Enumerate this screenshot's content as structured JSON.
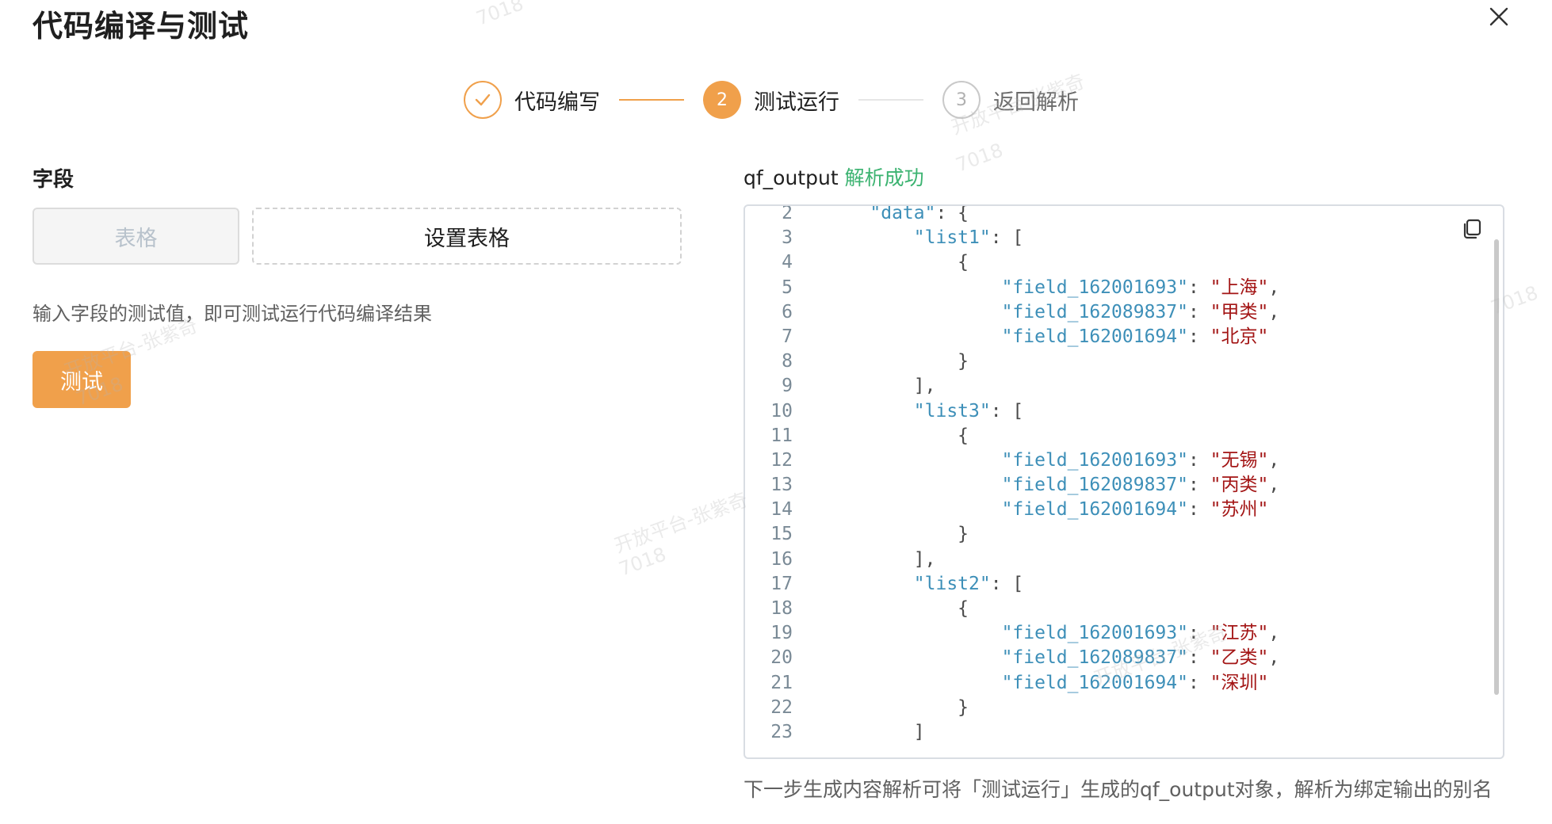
{
  "dialog": {
    "title": "代码编译与测试"
  },
  "steps": [
    {
      "index": "✓",
      "label": "代码编写",
      "state": "done"
    },
    {
      "index": "2",
      "label": "测试运行",
      "state": "active"
    },
    {
      "index": "3",
      "label": "返回解析",
      "state": "todo"
    }
  ],
  "left": {
    "heading": "字段",
    "table_button": "表格",
    "setup_button": "设置表格",
    "hint": "输入字段的测试值，即可测试运行代码编译结果",
    "test_button": "测试"
  },
  "output": {
    "name": "qf_output",
    "status": "解析成功",
    "lines": [
      {
        "n": "2",
        "indent": 2,
        "parts": [
          [
            "k",
            "\"data\""
          ],
          [
            "p",
            ": {"
          ]
        ]
      },
      {
        "n": "3",
        "indent": 4,
        "parts": [
          [
            "k",
            "\"list1\""
          ],
          [
            "p",
            ": ["
          ]
        ]
      },
      {
        "n": "4",
        "indent": 6,
        "parts": [
          [
            "p",
            "{"
          ]
        ]
      },
      {
        "n": "5",
        "indent": 8,
        "parts": [
          [
            "k",
            "\"field_162001693\""
          ],
          [
            "p",
            ": "
          ],
          [
            "s",
            "\"上海\""
          ],
          [
            "p",
            ","
          ]
        ]
      },
      {
        "n": "6",
        "indent": 8,
        "parts": [
          [
            "k",
            "\"field_162089837\""
          ],
          [
            "p",
            ": "
          ],
          [
            "s",
            "\"甲类\""
          ],
          [
            "p",
            ","
          ]
        ]
      },
      {
        "n": "7",
        "indent": 8,
        "parts": [
          [
            "k",
            "\"field_162001694\""
          ],
          [
            "p",
            ": "
          ],
          [
            "s",
            "\"北京\""
          ]
        ]
      },
      {
        "n": "8",
        "indent": 6,
        "parts": [
          [
            "p",
            "}"
          ]
        ]
      },
      {
        "n": "9",
        "indent": 4,
        "parts": [
          [
            "p",
            "],"
          ]
        ]
      },
      {
        "n": "10",
        "indent": 4,
        "parts": [
          [
            "k",
            "\"list3\""
          ],
          [
            "p",
            ": ["
          ]
        ]
      },
      {
        "n": "11",
        "indent": 6,
        "parts": [
          [
            "p",
            "{"
          ]
        ]
      },
      {
        "n": "12",
        "indent": 8,
        "parts": [
          [
            "k",
            "\"field_162001693\""
          ],
          [
            "p",
            ": "
          ],
          [
            "s",
            "\"无锡\""
          ],
          [
            "p",
            ","
          ]
        ]
      },
      {
        "n": "13",
        "indent": 8,
        "parts": [
          [
            "k",
            "\"field_162089837\""
          ],
          [
            "p",
            ": "
          ],
          [
            "s",
            "\"丙类\""
          ],
          [
            "p",
            ","
          ]
        ]
      },
      {
        "n": "14",
        "indent": 8,
        "parts": [
          [
            "k",
            "\"field_162001694\""
          ],
          [
            "p",
            ": "
          ],
          [
            "s",
            "\"苏州\""
          ]
        ]
      },
      {
        "n": "15",
        "indent": 6,
        "parts": [
          [
            "p",
            "}"
          ]
        ]
      },
      {
        "n": "16",
        "indent": 4,
        "parts": [
          [
            "p",
            "],"
          ]
        ]
      },
      {
        "n": "17",
        "indent": 4,
        "parts": [
          [
            "k",
            "\"list2\""
          ],
          [
            "p",
            ": ["
          ]
        ]
      },
      {
        "n": "18",
        "indent": 6,
        "parts": [
          [
            "p",
            "{"
          ]
        ]
      },
      {
        "n": "19",
        "indent": 8,
        "parts": [
          [
            "k",
            "\"field_162001693\""
          ],
          [
            "p",
            ": "
          ],
          [
            "s",
            "\"江苏\""
          ],
          [
            "p",
            ","
          ]
        ]
      },
      {
        "n": "20",
        "indent": 8,
        "parts": [
          [
            "k",
            "\"field_162089837\""
          ],
          [
            "p",
            ": "
          ],
          [
            "s",
            "\"乙类\""
          ],
          [
            "p",
            ","
          ]
        ]
      },
      {
        "n": "21",
        "indent": 8,
        "parts": [
          [
            "k",
            "\"field_162001694\""
          ],
          [
            "p",
            ": "
          ],
          [
            "s",
            "\"深圳\""
          ]
        ]
      },
      {
        "n": "22",
        "indent": 6,
        "parts": [
          [
            "p",
            "}"
          ]
        ]
      },
      {
        "n": "23",
        "indent": 4,
        "parts": [
          [
            "p",
            "]"
          ]
        ]
      }
    ],
    "footer": "下一步生成内容解析可将「测试运行」生成的qf_output对象，解析为绑定输出的别名"
  },
  "watermark": {
    "text": "开放平台-张紫奇",
    "id": "7018"
  },
  "colors": {
    "accent": "#f0a04b",
    "success": "#3cb371",
    "json_key": "#3d8fb8",
    "json_string": "#a31515"
  }
}
